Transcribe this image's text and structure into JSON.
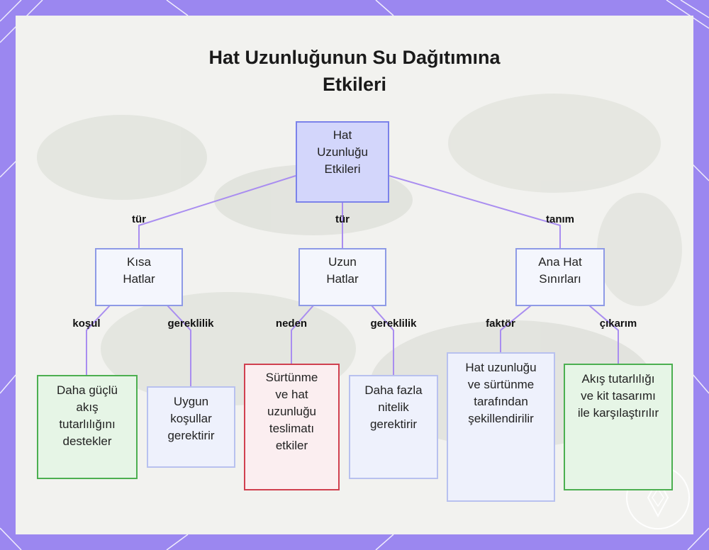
{
  "title": "Hat Uzunluğunun Su Dağıtımına Etkileri",
  "nodes": {
    "root": "Hat Uzunluğu Etkileri",
    "short": "Kısa Hatlar",
    "long": "Uzun Hatlar",
    "main": "Ana Hat Sınırları",
    "short_a": "Daha güçlü akış tutarlılığını destekler",
    "short_b": "Uygun koşullar gerektirir",
    "long_a": "Sürtünme ve hat uzunluğu teslimatı etkiler",
    "long_b": "Daha fazla nitelik gerektirir",
    "main_a": "Hat uzunluğu ve sürtünme tarafından şekillendirilir",
    "main_b": "Akış tutarlılığı ve kit tasarımı ile karşılaştırılır"
  },
  "edges": {
    "root_short": "tür",
    "root_long": "tür",
    "root_main": "tanım",
    "short_a": "koşul",
    "short_b": "gereklilik",
    "long_a": "neden",
    "long_b": "gereklilik",
    "main_a": "faktör",
    "main_b": "çıkarım"
  },
  "colors": {
    "frame": "#9b87f0",
    "edge": "#a98df0",
    "root_fill": "#d3d6fb",
    "green": "#4caf50",
    "red": "#d0404f"
  }
}
